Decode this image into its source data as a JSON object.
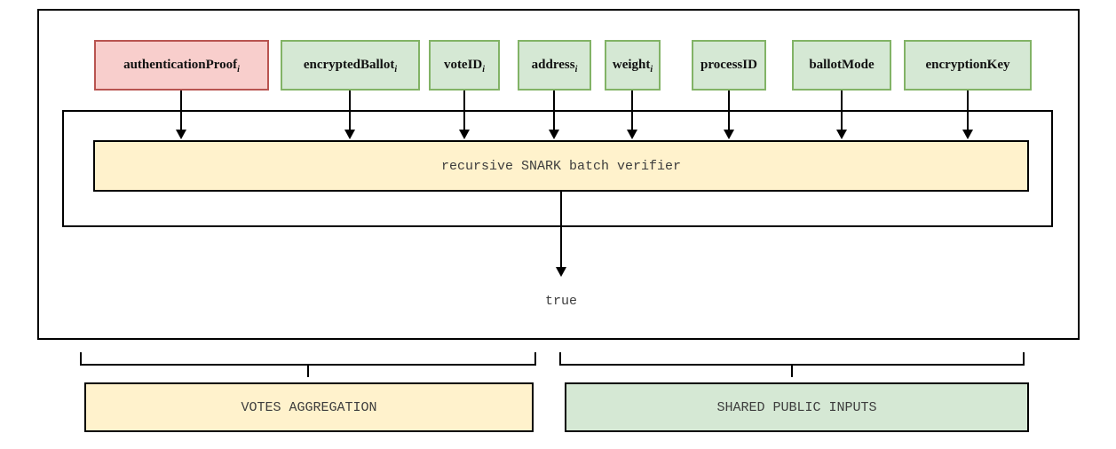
{
  "diagram": {
    "inputs": [
      {
        "label": "authenticationProof",
        "subscript": "i",
        "kind": "private-input"
      },
      {
        "label": "encryptedBallot",
        "subscript": "i",
        "kind": "public-input"
      },
      {
        "label": "voteID",
        "subscript": "i",
        "kind": "public-input"
      },
      {
        "label": "address",
        "subscript": "i",
        "kind": "public-input"
      },
      {
        "label": "weight",
        "subscript": "i",
        "kind": "public-input"
      },
      {
        "label": "processID",
        "subscript": "",
        "kind": "public-input"
      },
      {
        "label": "ballotMode",
        "subscript": "",
        "kind": "public-input"
      },
      {
        "label": "encryptionKey",
        "subscript": "",
        "kind": "public-input"
      }
    ],
    "verifier": {
      "label": "recursive SNARK batch verifier"
    },
    "output": {
      "label": "true"
    },
    "groups": [
      {
        "label": "VOTES AGGREGATION"
      },
      {
        "label": "SHARED PUBLIC INPUTS"
      }
    ],
    "colors": {
      "red_fill": "#f8cecc",
      "red_stroke": "#b85450",
      "green_fill": "#d5e8d4",
      "green_stroke": "#82b366",
      "yellow_fill": "#fff2cc",
      "yellow_stroke": "#d6b656",
      "line": "#000000",
      "mono_text": "#3d3d3d"
    }
  }
}
